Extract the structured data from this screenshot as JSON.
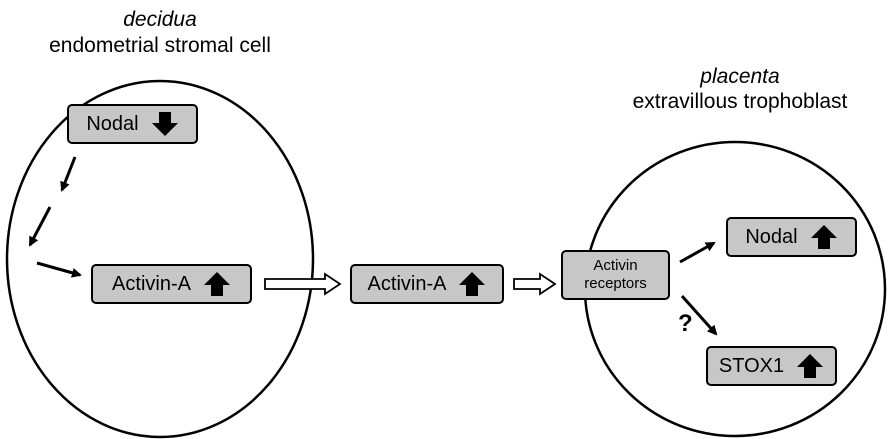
{
  "left_cell": {
    "tissue": "decidua",
    "cell_type": "endometrial stromal cell",
    "nodal_label": "Nodal",
    "activin_label": "Activin-A"
  },
  "middle": {
    "activin_label": "Activin-A"
  },
  "receptor": {
    "line1": "Activin",
    "line2": "receptors"
  },
  "right_cell": {
    "tissue": "placenta",
    "cell_type": "extravillous trophoblast",
    "nodal_label": "Nodal",
    "stox_label": "STOX1",
    "unknown_mark": "?"
  },
  "colors": {
    "box_fill": "#c7c7c7",
    "stroke": "#000000",
    "background": "#ffffff"
  },
  "icons": {
    "decrease": "down-arrow-icon",
    "increase": "up-arrow-icon"
  }
}
